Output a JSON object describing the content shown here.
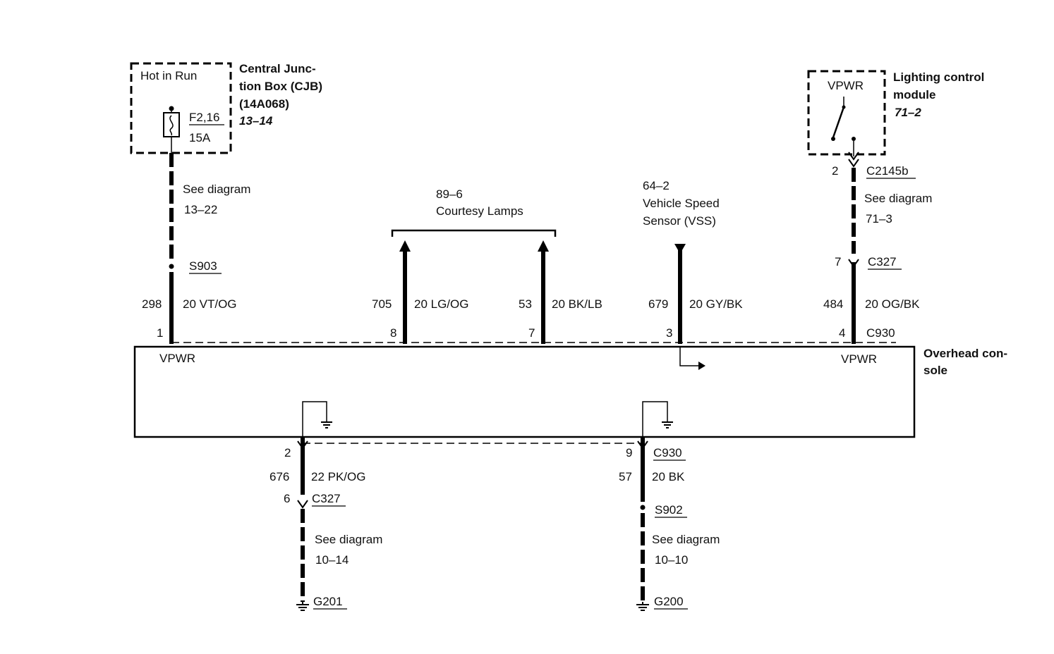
{
  "cjb": {
    "box_label": "Hot in Run",
    "fuse_id": "F2,16",
    "fuse_rating": "15A",
    "name_line1": "Central Junc-",
    "name_line2": "tion Box (CJB)",
    "part_no": "(14A068)",
    "ref": "13–14"
  },
  "lcm": {
    "box_label": "VPWR",
    "name_line1": "Lighting control",
    "name_line2": "module",
    "ref": "71–2"
  },
  "console": {
    "name_line1": "Overhead con-",
    "name_line2": "sole",
    "vpwr_left": "VPWR",
    "vpwr_right": "VPWR"
  },
  "courtesy": {
    "ref": "89–6",
    "label": "Courtesy Lamps"
  },
  "vss": {
    "ref": "64–2",
    "label_line1": "Vehicle Speed",
    "label_line2": "Sensor (VSS)"
  },
  "wires": {
    "w1": {
      "see": "See diagram",
      "see_ref": "13–22",
      "splice": "S903",
      "circuit": "298",
      "gauge_color": "20 VT/OG",
      "pin": "1"
    },
    "w8": {
      "circuit": "705",
      "gauge_color": "20 LG/OG",
      "pin": "8"
    },
    "w7": {
      "circuit": "53",
      "gauge_color": "20 BK/LB",
      "pin": "7"
    },
    "w3": {
      "circuit": "679",
      "gauge_color": "20 GY/BK",
      "pin": "3"
    },
    "w4": {
      "conn_top_pin": "2",
      "conn_top": "C2145b",
      "see": "See diagram",
      "see_ref": "71–3",
      "conn_mid_pin": "7",
      "conn_mid": "C327",
      "circuit": "484",
      "gauge_color": "20 OG/BK",
      "pin": "4",
      "conn": "C930"
    },
    "wg1": {
      "pin": "2",
      "circuit": "676",
      "gauge_color": "22 PK/OG",
      "conn_pin": "6",
      "conn": "C327",
      "see": "See diagram",
      "see_ref": "10–14",
      "ground": "G201"
    },
    "wg2": {
      "pin": "9",
      "conn": "C930",
      "circuit": "57",
      "gauge_color": "20 BK",
      "splice": "S902",
      "see": "See diagram",
      "see_ref": "10–10",
      "ground": "G200"
    }
  }
}
